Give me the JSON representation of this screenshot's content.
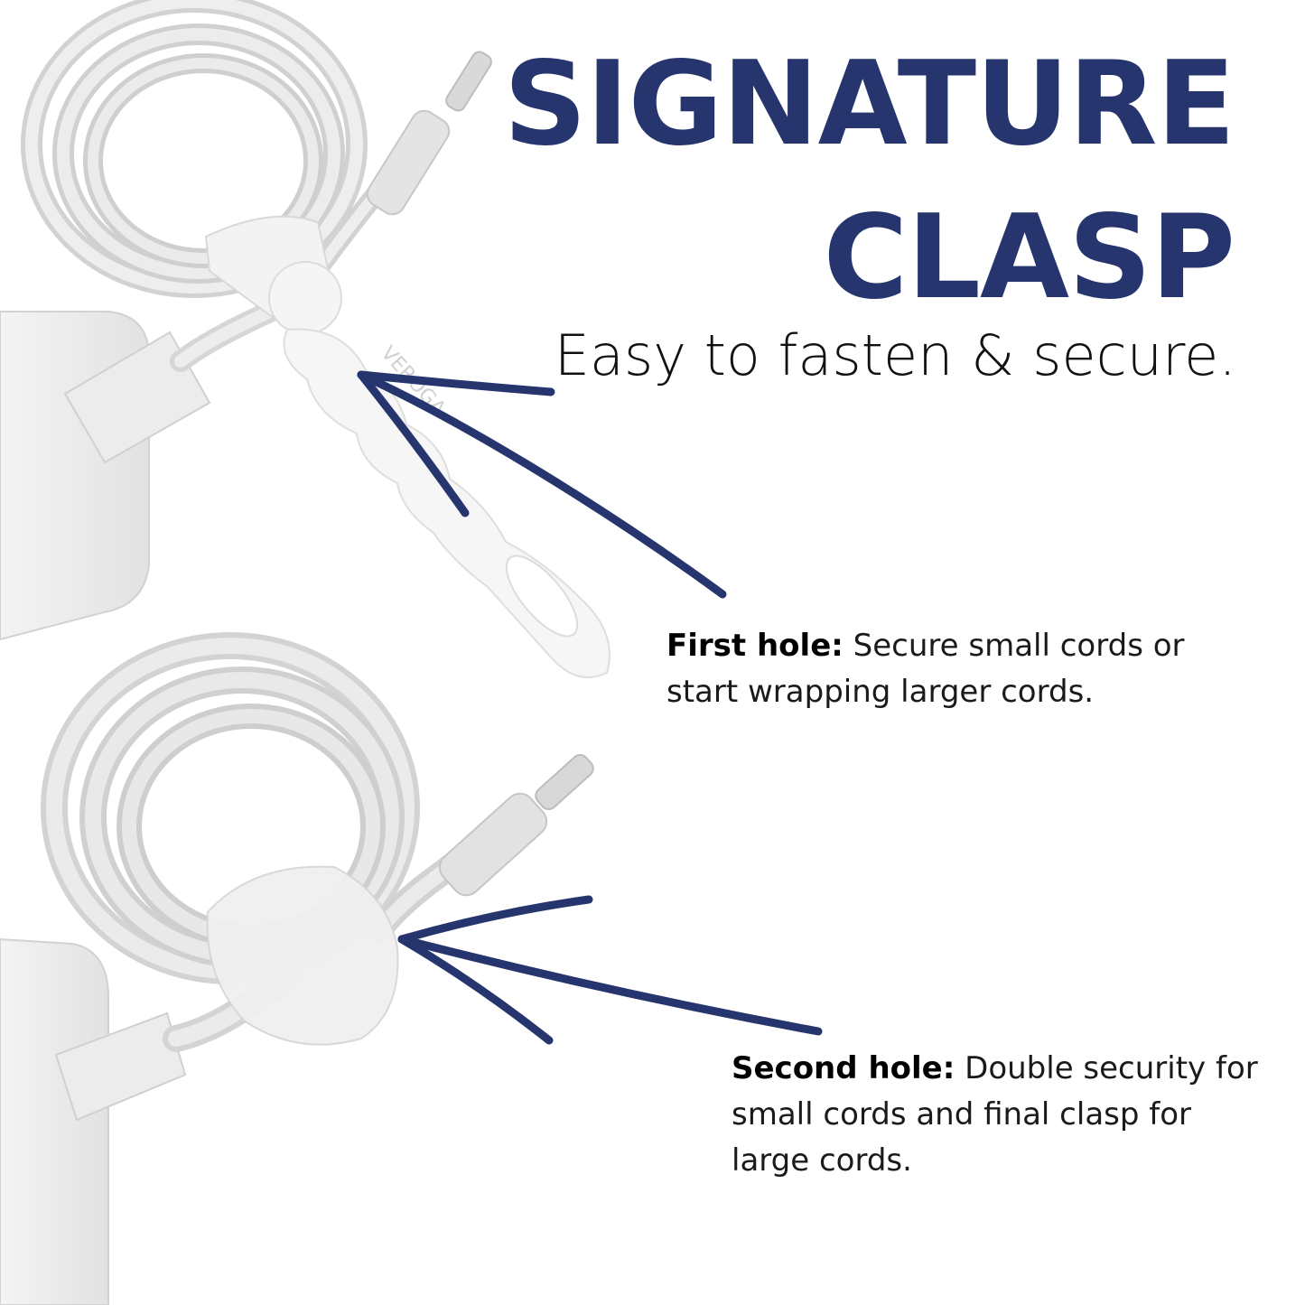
{
  "heading": {
    "line1": "SIGNATURE",
    "line2": "CLASP",
    "subtitle": "Easy to fasten & secure.",
    "color": "#27356f"
  },
  "captions": {
    "first": {
      "label": "First hole:",
      "text": "Secure small cords or start wrapping larger cords."
    },
    "second": {
      "label": "Second hole:",
      "text": "Double security for small cords and final clasp for large cords."
    }
  },
  "clasp_engraving": "VEROGA"
}
